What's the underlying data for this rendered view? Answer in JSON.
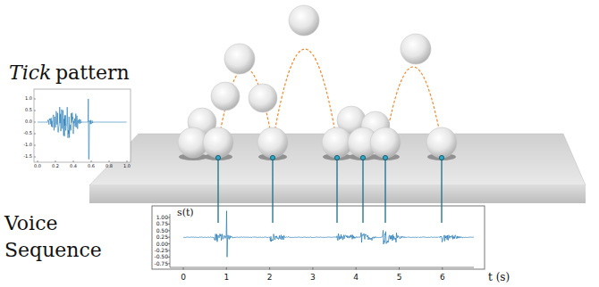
{
  "diagram": {
    "labels": [
      "Tick",
      "pattern",
      "1.0",
      "0.5",
      "0.0",
      "-0.5",
      "-1.0",
      "-1.5",
      "0.0",
      "0.2",
      "0.4",
      "0.6",
      "0.8",
      "1.0",
      "Voice Sequence",
      "1.00",
      "0.75",
      "0.50",
      "0.25",
      "0.00",
      "-0.25",
      "-0.50",
      "-0.75",
      "s(t)",
      "0",
      "1",
      "2",
      "3",
      "4",
      "5",
      "6",
      "t (s)"
    ]
  }
}
